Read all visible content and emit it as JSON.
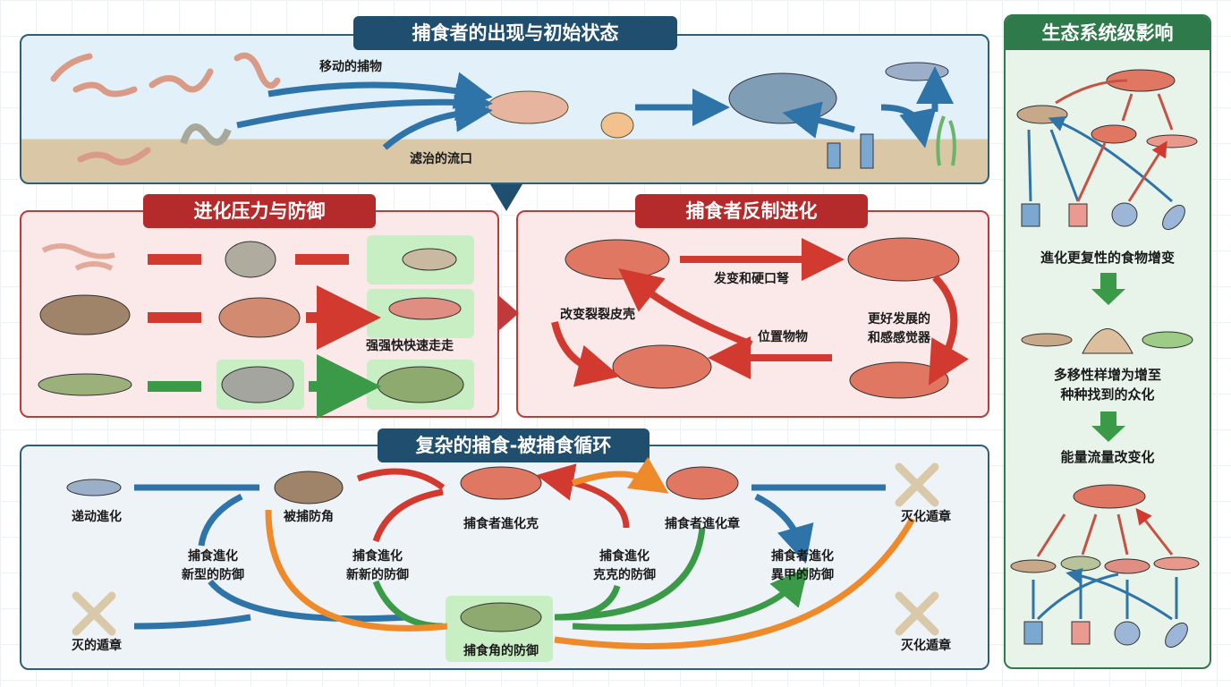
{
  "colors": {
    "blue": "#1f4e6e",
    "red": "#b52a2a",
    "green": "#2f7a4a"
  },
  "top": {
    "title": "捕食者的出现与初始状态",
    "labels": [
      "移动的捕物",
      "滤治的流口"
    ]
  },
  "left": {
    "title": "进化压力与防御",
    "labels": [
      "强强快快速走走"
    ]
  },
  "right": {
    "title": "捕食者反制进化",
    "labels": [
      "发变和硬口弩",
      "改变裂裂皮壳",
      "位置物物",
      "更好发展的",
      "和感感觉器"
    ]
  },
  "cycle": {
    "title": "复杂的捕食-被捕食循环",
    "labels": [
      "递动進化",
      "被捕防角",
      "捕食者進化克",
      "捕食者進化章",
      "灭化遁章",
      "捕食進化",
      "新型的防御",
      "捕食進化",
      "新新的防御",
      "捕食進化",
      "克克的防御",
      "捕食者進化",
      "異甲的防御",
      "灭的遁章",
      "捕食角的防御",
      "灭化遁章"
    ]
  },
  "eco": {
    "title": "生态系统级影响",
    "labels": [
      "進化更复性的食物增变",
      "多移性样增为增至",
      "种种找到的众化",
      "能量流量改变化"
    ]
  }
}
